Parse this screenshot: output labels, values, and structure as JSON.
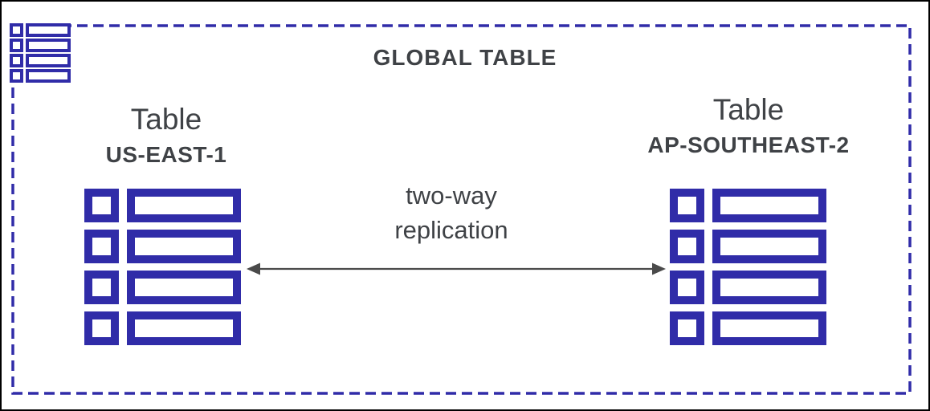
{
  "colors": {
    "indigo": "#302CA8",
    "text": "#3F4246",
    "arrow": "#4A4A4A",
    "frame": "#000000",
    "background": "#FFFFFF"
  },
  "diagram": {
    "title": "GLOBAL TABLE",
    "corner_icon": "table-icon",
    "replication_label": "two-way\nreplication",
    "arrow": {
      "type": "double-headed",
      "direction": "horizontal"
    },
    "tables": [
      {
        "name": "Table",
        "region": "US-EAST-1",
        "icon": "table-icon"
      },
      {
        "name": "Table",
        "region": "AP-SOUTHEAST-2",
        "icon": "table-icon"
      }
    ]
  }
}
